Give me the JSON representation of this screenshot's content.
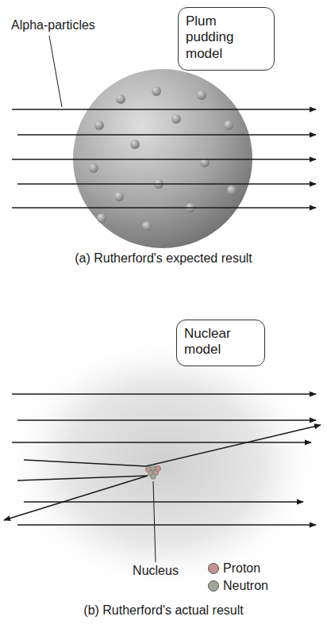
{
  "diagram": {
    "nodes": [
      {
        "text": [
          "Plum pudding model"
        ]
      },
      {
        "text": [
          "Nuclear model"
        ]
      }
    ],
    "labels": [
      "Alpha-particles",
      "(a) Rutherford's expected result",
      "Nucleus",
      "(b) Rutherford's actual result"
    ],
    "legend": [
      {
        "text": "Proton",
        "color": "#c39393"
      },
      {
        "text": "Neutron",
        "color": "#9ea79a"
      }
    ]
  }
}
